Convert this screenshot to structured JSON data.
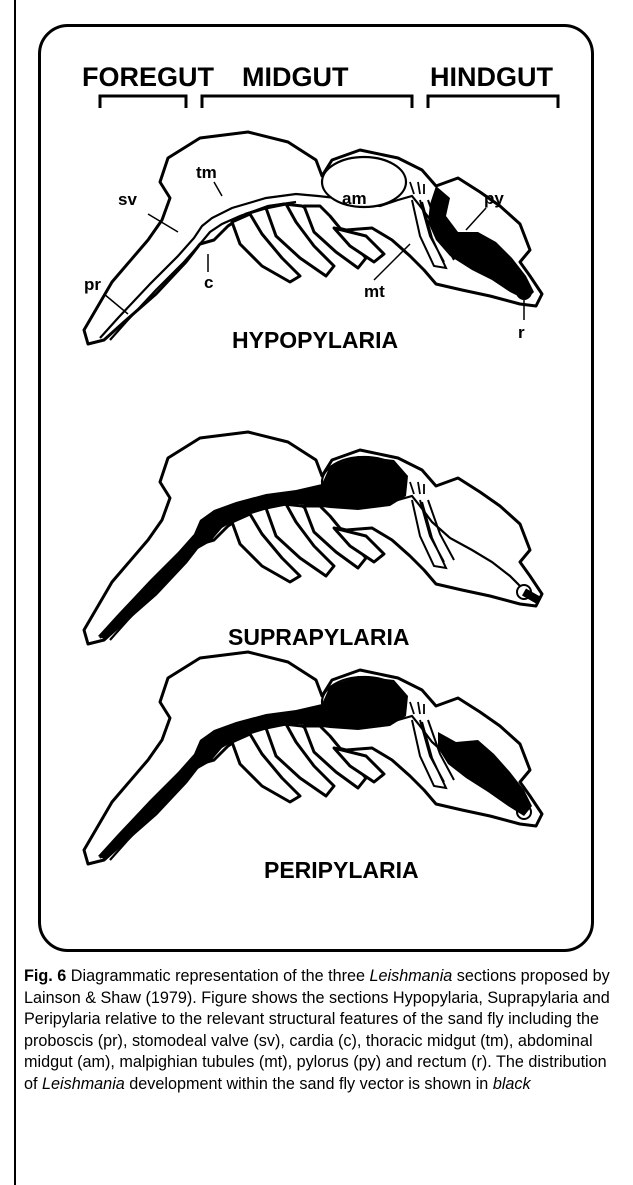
{
  "regions": {
    "foregut": "FOREGUT",
    "midgut": "MIDGUT",
    "hindgut": "HINDGUT"
  },
  "labels": {
    "tm": "tm",
    "sv": "sv",
    "am": "am",
    "py": "py",
    "pr": "pr",
    "c": "c",
    "mt": "mt",
    "r": "r"
  },
  "panels": [
    {
      "title": "HYPOPYLARIA"
    },
    {
      "title": "SUPRAPYLARIA"
    },
    {
      "title": "PERIPYLARIA"
    }
  ],
  "colors": {
    "development": "#000000",
    "outline": "#000000",
    "background": "#ffffff"
  },
  "caption": {
    "label": "Fig. 6",
    "part1": " Diagrammatic representation of the three ",
    "genus1": "Leishmania",
    "part2": " sections proposed by Lainson & Shaw (1979). Figure shows the sections Hypopylaria, Suprapylaria and Peripylaria relative to the relevant structural features of the sand fly including the proboscis (pr), stomodeal valve (sv), cardia (c), thoracic midgut (tm), abdominal midgut (am), malpighian tubules (mt), pylorus (py) and rectum (r). The distribution of ",
    "genus2": "Leishmania",
    "part3": " development within the sand fly vector is shown in ",
    "black_word": "black"
  }
}
